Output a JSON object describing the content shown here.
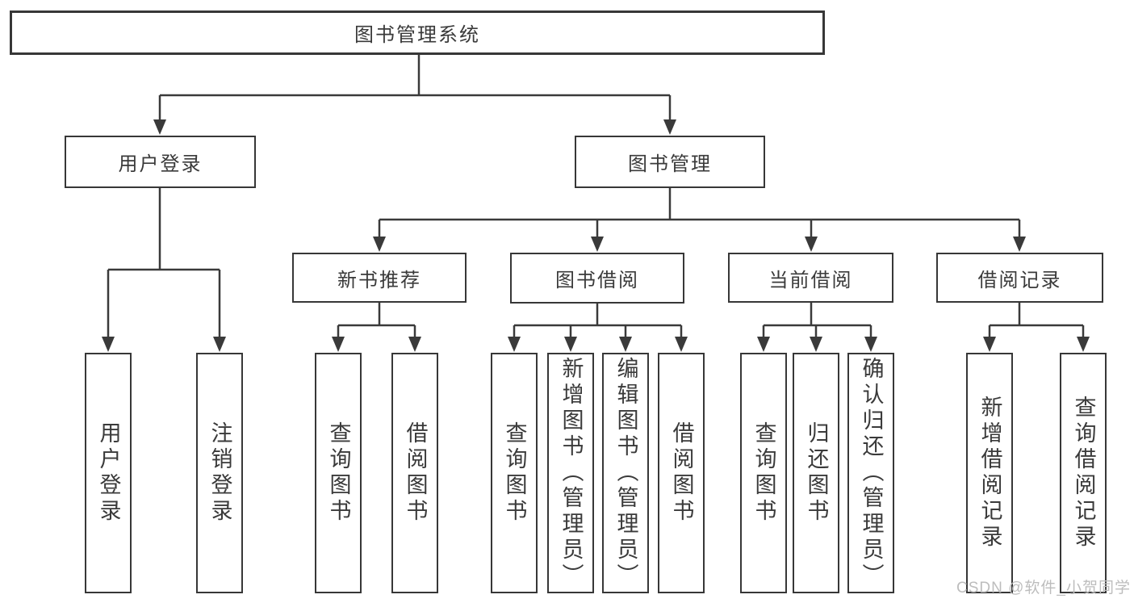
{
  "tree": {
    "root": {
      "label": "图书管理系统"
    },
    "branches": [
      {
        "label": "用户登录",
        "leaves": [
          {
            "label": "用户登录"
          },
          {
            "label": "注销登录"
          }
        ]
      },
      {
        "label": "图书管理",
        "groups": [
          {
            "label": "新书推荐",
            "leaves": [
              {
                "label": "查询图书"
              },
              {
                "label": "借阅图书"
              }
            ]
          },
          {
            "label": "图书借阅",
            "leaves": [
              {
                "label": "查询图书"
              },
              {
                "label": "新增图书（管理员）"
              },
              {
                "label": "编辑图书（管理员）"
              },
              {
                "label": "借阅图书"
              }
            ]
          },
          {
            "label": "当前借阅",
            "leaves": [
              {
                "label": "查询图书"
              },
              {
                "label": "归还图书"
              },
              {
                "label": "确认归还（管理员）"
              }
            ]
          },
          {
            "label": "借阅记录",
            "leaves": [
              {
                "label": "新增借阅记录"
              },
              {
                "label": "查询借阅记录"
              }
            ]
          }
        ]
      }
    ]
  },
  "watermark": {
    "text": "CSDN @软件_小贺同学"
  },
  "colors": {
    "line": "#3a3a3a",
    "box_border": "#373737",
    "text": "#3a3a3a",
    "watermark_text": "#bdbdbd",
    "background": "#ffffff"
  }
}
